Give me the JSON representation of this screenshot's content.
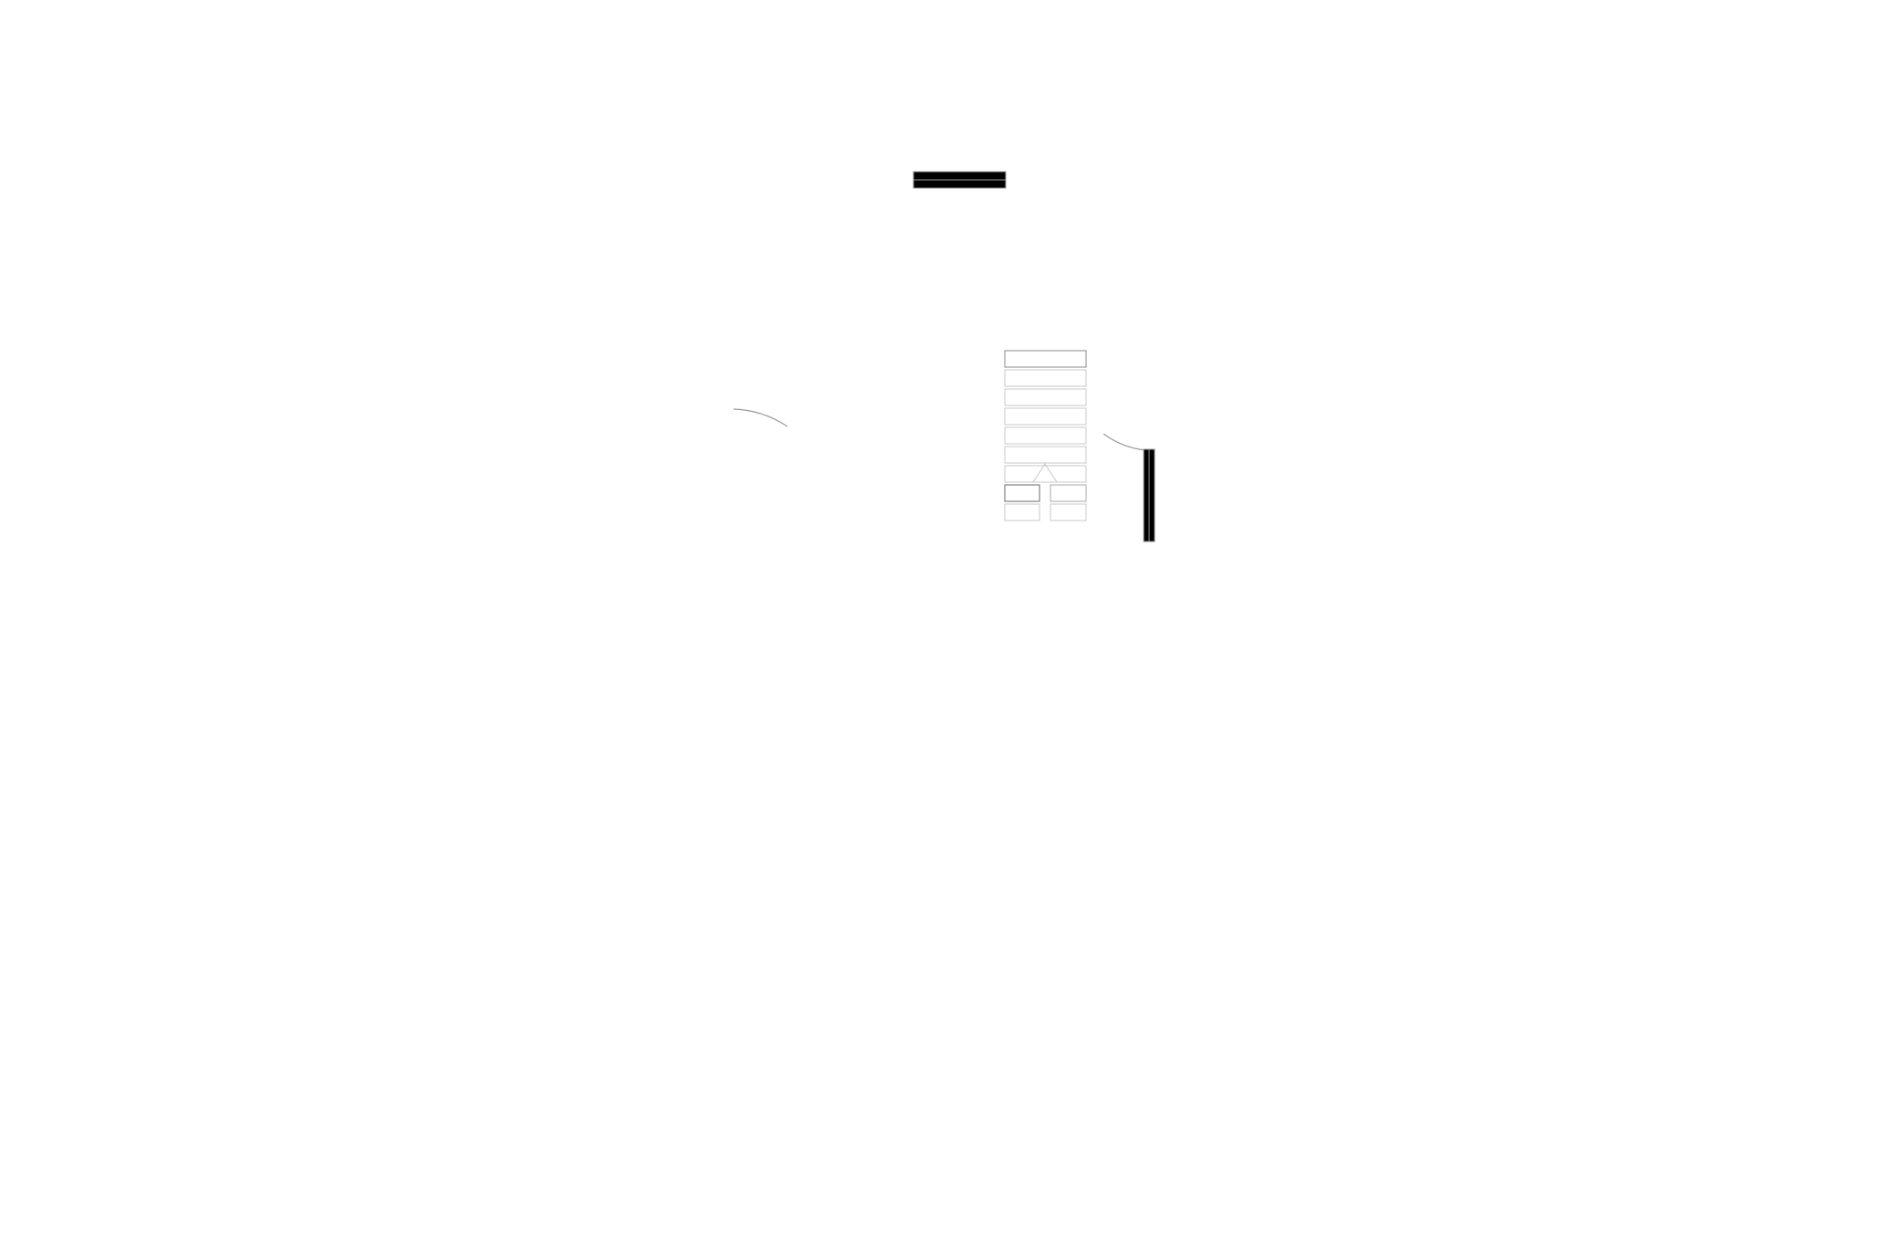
{
  "diagram": {
    "background": "#ffffff",
    "colors": {
      "bar_fill": "#000000",
      "bar_edge": "#9a9a9a",
      "box_stroke": "#c8c8c8",
      "box_stroke_dark": "#8a8a8a",
      "curve_stroke": "#9a9a9a"
    },
    "elements": {
      "horizontal_bar": {
        "segments": 2
      },
      "vertical_bar": {
        "segments": 2
      },
      "stack": {
        "full_rows": 7,
        "split_rows": 2,
        "has_chevron": true
      },
      "curves": 2
    }
  }
}
